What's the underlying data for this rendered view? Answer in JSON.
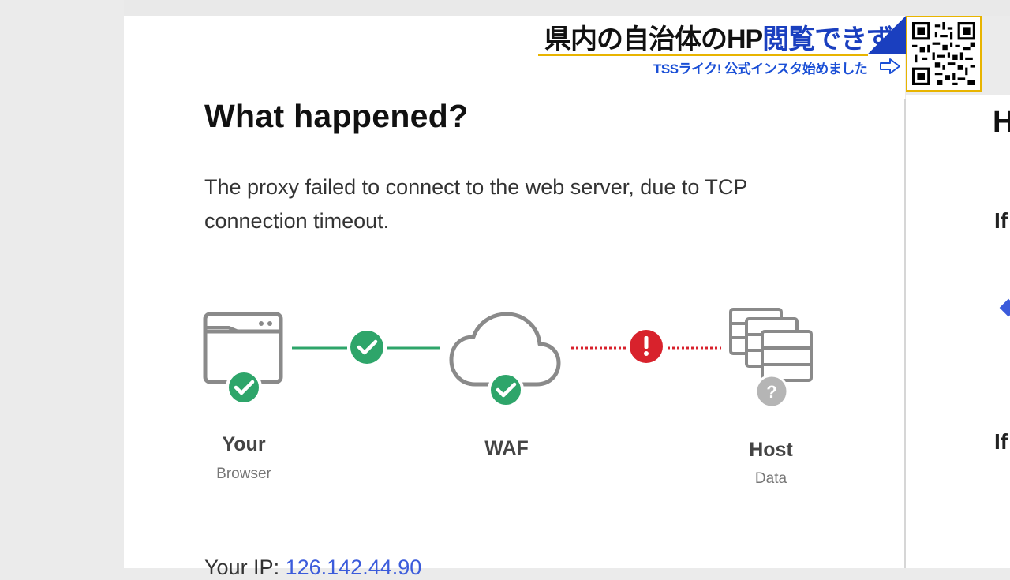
{
  "main": {
    "heading": "What happened?",
    "description": "The proxy failed to connect to the web server, due to TCP connection timeout.",
    "ip_label": "Your IP:",
    "ip_value": "126.142.44.90"
  },
  "diagram": {
    "nodes": [
      {
        "label": "Your",
        "sublabel": "Browser",
        "status": "ok",
        "icon": "browser-window-icon"
      },
      {
        "label": "WAF",
        "sublabel": "",
        "status": "ok",
        "icon": "cloud-icon"
      },
      {
        "label": "Host",
        "sublabel": "Data",
        "status": "unknown",
        "icon": "server-stack-icon"
      }
    ],
    "links": [
      {
        "from": "Your",
        "to": "WAF",
        "status": "ok"
      },
      {
        "from": "WAF",
        "to": "Host",
        "status": "error"
      }
    ],
    "colors": {
      "ok": "#2ea56a",
      "error": "#d8222c",
      "unknown": "#b5b5b5",
      "icon_stroke": "#8a8a8a"
    }
  },
  "right_panel": {
    "heading": "H",
    "if_1": "If",
    "if_2": "If"
  },
  "news_overlay": {
    "headline_pre": "県内の自治体の",
    "headline_mid": "HP",
    "headline_post": "閲覧できず",
    "subline": "TSSライク! 公式インスタ始めました",
    "accent_color": "#1a3fbf",
    "border_color": "#e8b400"
  }
}
